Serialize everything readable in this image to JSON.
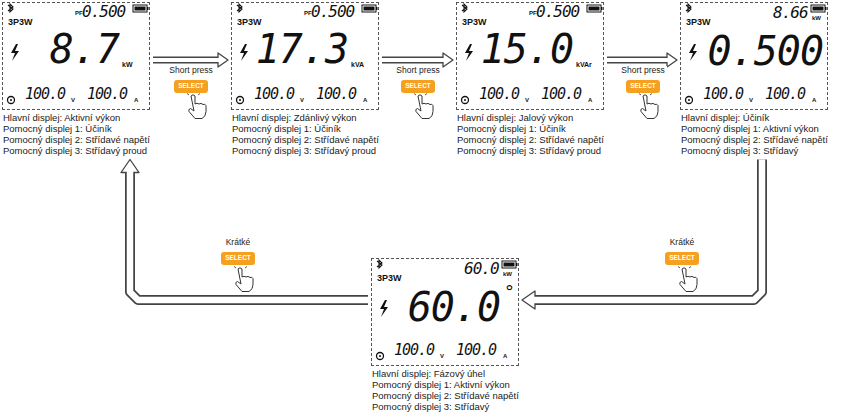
{
  "diagram": {
    "nodes": [
      {
        "text": [
          "3P3W",
          "PF",
          "0.500",
          "8.7",
          "kW",
          "100.0",
          "V",
          "100.0",
          "A",
          "Hlavní displej: Aktivní výkon",
          "Pomocný displej 1: Účiník",
          "Pomocný displej 2: Střídavé napětí",
          "Pomocný displej 3: Střídavý proud"
        ]
      },
      {
        "text": [
          "3P3W",
          "PF",
          "0.500",
          "17.3",
          "kVA",
          "100.0",
          "V",
          "100.0",
          "A",
          "Hlavní displej: Zdánlivý výkon",
          "Pomocný displej 1: Účiník",
          "Pomocný displej 2: Střídavé napětí",
          "Pomocný displej 3: Střídavý proud"
        ]
      },
      {
        "text": [
          "3P3W",
          "PF",
          "0.500",
          "15.0",
          "kVAr",
          "100.0",
          "V",
          "100.0",
          "A",
          "Hlavní displej: Jalový výkon",
          "Pomocný displej 1: Účiník",
          "Pomocný displej 2: Střídavé napětí",
          "Pomocný displej 3: Střídavý proud"
        ]
      },
      {
        "text": [
          "3P3W",
          "8.66",
          "kW",
          "0.500",
          "100.0",
          "V",
          "100.0",
          "A",
          "Hlavní displej: Účiník",
          "Pomocný displej 1: Aktivní výkon",
          "Pomocný displej 2: Střídavé napětí",
          "Pomocný displej 3: Střídavý"
        ]
      },
      {
        "text": [
          "3P3W",
          "60.0",
          "kW",
          "60.0",
          "°",
          "100.0",
          "V",
          "100.0",
          "A",
          "Hlavní displej: Fázový úhel",
          "Pomocný displej 1: Aktivní výkon",
          "Pomocný displej 2: Střídavé napětí",
          "Pomocný displej 3: Střídavý"
        ]
      },
      {
        "text": [
          "SELECT"
        ]
      },
      {
        "text": [
          "SELECT"
        ]
      },
      {
        "text": [
          "SELECT"
        ]
      },
      {
        "text": [
          "SELECT"
        ]
      },
      {
        "text": [
          "SELECT"
        ]
      }
    ],
    "edges": [
      {
        "from": 0,
        "to": 1,
        "label": "Short press",
        "arrow": "to"
      },
      {
        "from": 1,
        "to": 2,
        "label": "Short press",
        "arrow": "to"
      },
      {
        "from": 2,
        "to": 3,
        "label": "Short press",
        "arrow": "to"
      },
      {
        "from": 3,
        "to": 4,
        "label": "Krátké",
        "arrow": "to"
      },
      {
        "from": 4,
        "to": 0,
        "label": "Krátké",
        "arrow": "to"
      }
    ]
  }
}
